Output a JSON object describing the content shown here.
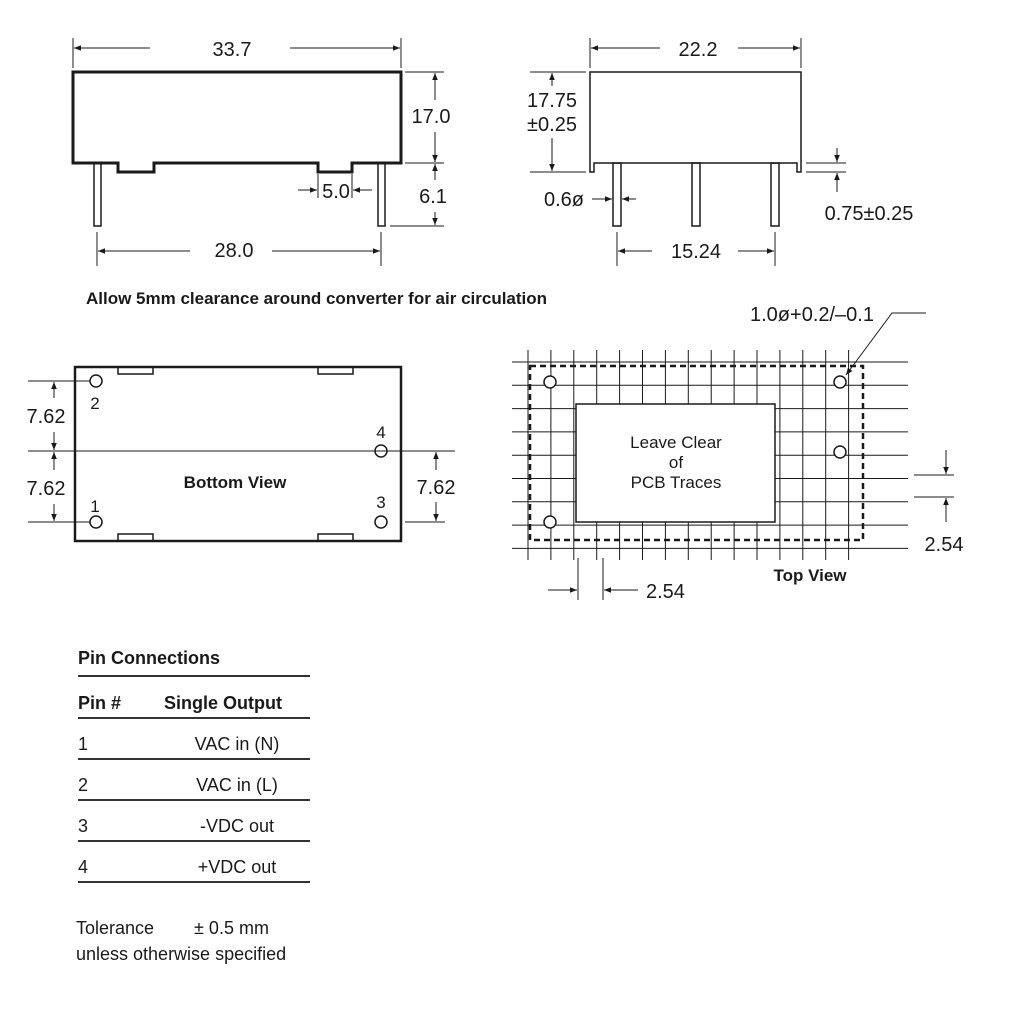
{
  "dimensions": {
    "side_length": "33.7",
    "side_height": "17.0",
    "pin_length": "6.1",
    "standoff_width": "5.0",
    "pin_span": "28.0",
    "end_width": "22.2",
    "end_height_value": "17.75",
    "end_height_tol": "±0.25",
    "pin_diameter": "0.6ø",
    "standoff_height": "0.75±0.25",
    "end_pin_pitch": "15.24",
    "hole_spec": "1.0ø+0.2/–0.1",
    "bottom_upper": "7.62",
    "bottom_lower": "7.62",
    "bottom_right": "7.62",
    "grid_vertical": "2.54",
    "grid_horizontal": "2.54"
  },
  "clearance_note": "Allow 5mm clearance around converter for air circulation",
  "bottom_view": {
    "label": "Bottom View",
    "pins": [
      "1",
      "2",
      "3",
      "4"
    ]
  },
  "top_view": {
    "label": "Top View",
    "keepout_lines": [
      "Leave Clear",
      "of",
      "PCB Traces"
    ]
  },
  "pin_connections": {
    "title": "Pin Connections",
    "headers": [
      "Pin #",
      "Single Output"
    ],
    "rows": [
      {
        "pin": "1",
        "function": "VAC in (N)"
      },
      {
        "pin": "2",
        "function": "VAC in (L)"
      },
      {
        "pin": "3",
        "function": "-VDC out"
      },
      {
        "pin": "4",
        "function": "+VDC out"
      }
    ]
  },
  "tolerance": {
    "label": "Tolerance",
    "value": "± 0.5 mm",
    "note": "unless otherwise specified"
  }
}
